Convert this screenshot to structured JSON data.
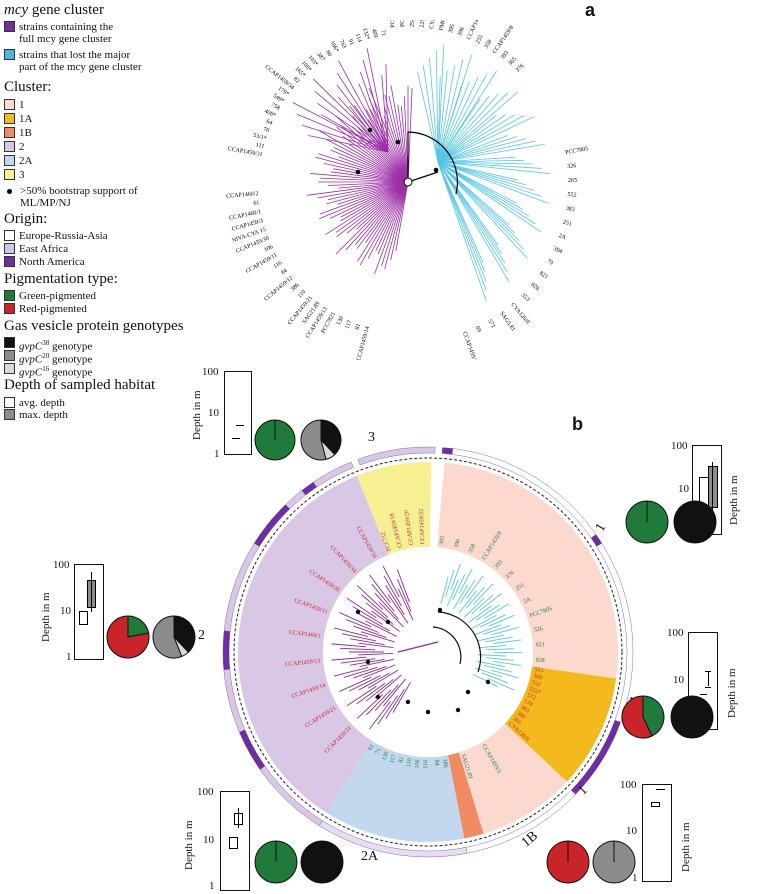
{
  "legend": {
    "mcy_title": "gene cluster",
    "mcy_title_italic": "mcy",
    "mcy_items": [
      {
        "line1": "strains containing the",
        "line2": "full mcy gene cluster",
        "color": "#7030a0"
      },
      {
        "line1": "strains that lost the major",
        "line2": "part of the mcy gene cluster",
        "color": "#4ab6e0"
      }
    ],
    "cluster_title": "Cluster:",
    "cluster_items": [
      {
        "label": "1",
        "color": "#fbd9cf"
      },
      {
        "label": "1A",
        "color": "#f4ba1d"
      },
      {
        "label": "1B",
        "color": "#ef8a62"
      },
      {
        "label": "2",
        "color": "#d8c8e6"
      },
      {
        "label": "2A",
        "color": "#c2d8ef"
      },
      {
        "label": "3",
        "color": "#f7f093"
      }
    ],
    "bootstrap_line1": ">50% bootstrap support of",
    "bootstrap_line2": "ML/MP/NJ",
    "origin_title": "Origin:",
    "origin_items": [
      {
        "label": "Europe-Russia-Asia",
        "color": "#ffffff"
      },
      {
        "label": "East Africa",
        "color": "#d3c6e3"
      },
      {
        "label": "North America",
        "color": "#6b2fa0"
      }
    ],
    "pigment_title": "Pigmentation type:",
    "pigment_items": [
      {
        "label": "Green-pigmented",
        "color": "#1f7a3c"
      },
      {
        "label": "Red-pigmented",
        "color": "#c8242a"
      }
    ],
    "gas_title": "Gas vesicle protein genotypes",
    "gas_items": [
      {
        "label": "gvpC",
        "sup": "38",
        "tail": " genotype",
        "color": "#111111"
      },
      {
        "label": "gvpC",
        "sup": "20",
        "tail": " genotype",
        "color": "#8c8c8c"
      },
      {
        "label": "gvpC",
        "sup": "16",
        "tail": " genotype",
        "color": "#d9d9d9"
      }
    ],
    "depth_title": "Depth of sampled habitat",
    "depth_items": [
      {
        "label": "avg. depth",
        "color": "#ffffff"
      },
      {
        "label": "max. depth",
        "color": "#8c8c8c"
      }
    ]
  },
  "panels": {
    "a": "a",
    "b": "b"
  },
  "clusters": {
    "c3": "3",
    "c2": "2",
    "c2A": "2A",
    "c1A": "1A",
    "c1B": "1B",
    "c1_top": "1",
    "c1_bottom": "1"
  },
  "depth_axis": {
    "label": "Depth in m",
    "t100": "100",
    "t10": "10",
    "t1": "1"
  },
  "depth_plots": [
    {
      "id": "cluster3",
      "avg": 3.5,
      "max": 7
    },
    {
      "id": "cluster1",
      "avg_range": [
        1.5,
        30
      ],
      "max_range": [
        3,
        40
      ]
    },
    {
      "id": "cluster2",
      "avg_range": [
        6,
        11
      ],
      "max_range": [
        14,
        60
      ]
    },
    {
      "id": "cluster1A",
      "avg": 6,
      "max_range": [
        11,
        20
      ]
    },
    {
      "id": "cluster2A",
      "avg_range": [
        7,
        12
      ],
      "max_range": [
        22,
        35
      ]
    },
    {
      "id": "cluster1B",
      "avg": 45,
      "max": 80
    }
  ],
  "tree_a_labels": {
    "left": [
      "CCAP1459/31",
      "111",
      "53/1*",
      "70",
      "64",
      "408*",
      "758",
      "549*",
      "179*",
      "CCAP1459/34",
      "82",
      "165*",
      "100*",
      "103*",
      "387",
      "80",
      "166*",
      "763",
      "91",
      "114",
      "132*",
      "409",
      "71"
    ],
    "bottom": [
      "CCAP1459/14",
      "81",
      "117",
      "130",
      "PCC7821",
      "CCAP1459/13",
      "SAG21.89",
      "CCAP1459/21",
      "110",
      "386",
      "CCAP1459/12",
      "84",
      "116",
      "CCAP1459/11",
      "106",
      "CCAP1459/30",
      "NIVA-CYA 15",
      "CCAP1459/3",
      "CCAP1460/1",
      "61",
      "CCAP1460/2"
    ],
    "right": [
      "PCC7805",
      "326",
      "265",
      "552",
      "383",
      "251",
      "2A",
      "394",
      "79",
      "821",
      "828",
      "353",
      "CYA126/8",
      "SAG5.81",
      "571",
      "69",
      "CCAP1459/16"
    ],
    "top": [
      "PCC7128",
      "PCC7112",
      "254",
      "229",
      "CYA126",
      "PMC17",
      "395",
      "396",
      "CCAP1459/22",
      "255",
      "358",
      "CCAP1459/8",
      "393",
      "365",
      "376"
    ]
  },
  "tree_b_labels": {
    "yellow": [
      "PCC712",
      "CCAP1459/18",
      "CCAP1459/20",
      "CCAP1459/22"
    ],
    "pink": [
      "395",
      "396",
      "358",
      "CCAP1459/8",
      "393",
      "376",
      "251",
      "2A",
      "PCC7805",
      "326",
      "821",
      "828"
    ],
    "orange": [
      "553",
      "560",
      "552",
      "552*",
      "572",
      "570",
      "383",
      "380",
      "265",
      "CYA126/8"
    ],
    "purple": [
      "CCAP1459/31",
      "CCAP1459/21",
      "CCAP1459/14",
      "CCAP1459/13",
      "CCAP1460/1",
      "CCAP1459/11",
      "CCAP1459/30",
      "CCAP1459/34",
      "CCAP1459/16"
    ],
    "blue": [
      "386",
      "84",
      "116",
      "106",
      "110",
      "81",
      "117",
      "130",
      "71",
      "61"
    ],
    "salmon": [
      "CCAP1459/3",
      "SAG21.89"
    ]
  }
}
